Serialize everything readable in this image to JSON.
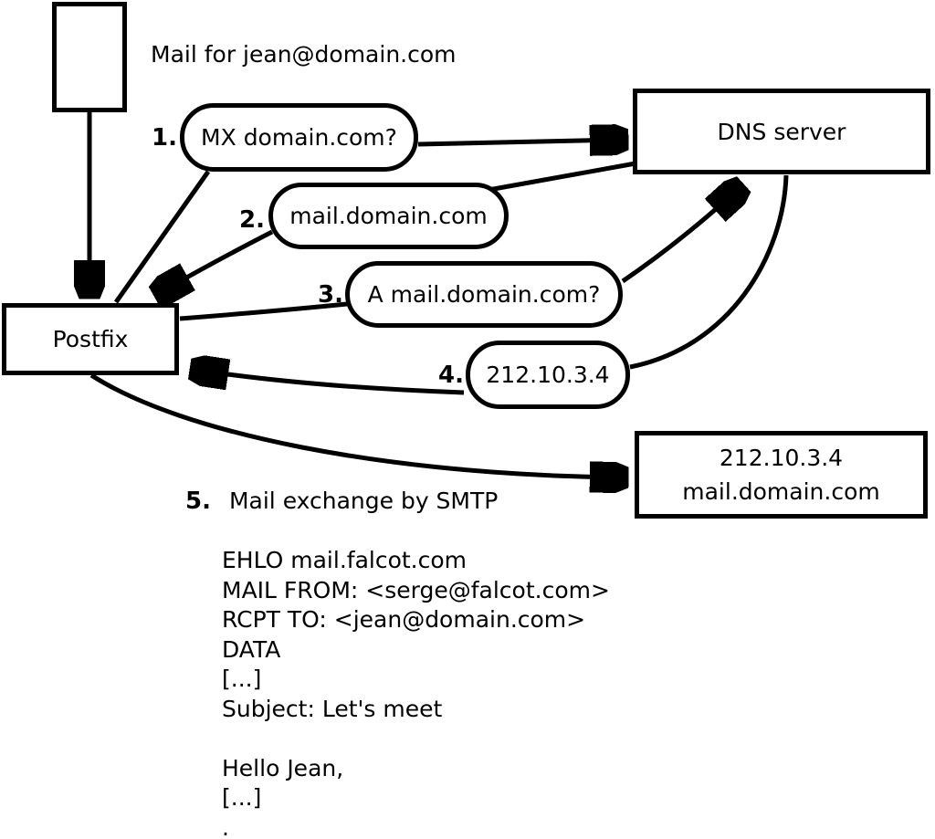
{
  "diagram": {
    "title": "Mail for jean@domain.com",
    "nodes": {
      "postfix": {
        "label": "Postfix"
      },
      "dns_server": {
        "label": "DNS server"
      },
      "mail_server": {
        "line1": "212.10.3.4",
        "line2": "mail.domain.com"
      }
    },
    "steps": [
      {
        "num": "1.",
        "label": "MX domain.com?"
      },
      {
        "num": "2.",
        "label": "mail.domain.com"
      },
      {
        "num": "3.",
        "label": "A mail.domain.com?"
      },
      {
        "num": "4.",
        "label": "212.10.3.4"
      },
      {
        "num": "5.",
        "label": "Mail exchange by SMTP"
      }
    ],
    "smtp_session": "EHLO mail.falcot.com\nMAIL FROM: <serge@falcot.com>\nRCPT TO: <jean@domain.com>\nDATA\n[...]\nSubject: Let's meet\n\nHello Jean,\n[...]\n.",
    "colors": {
      "stroke": "#000000",
      "background": "#ffffff"
    }
  }
}
